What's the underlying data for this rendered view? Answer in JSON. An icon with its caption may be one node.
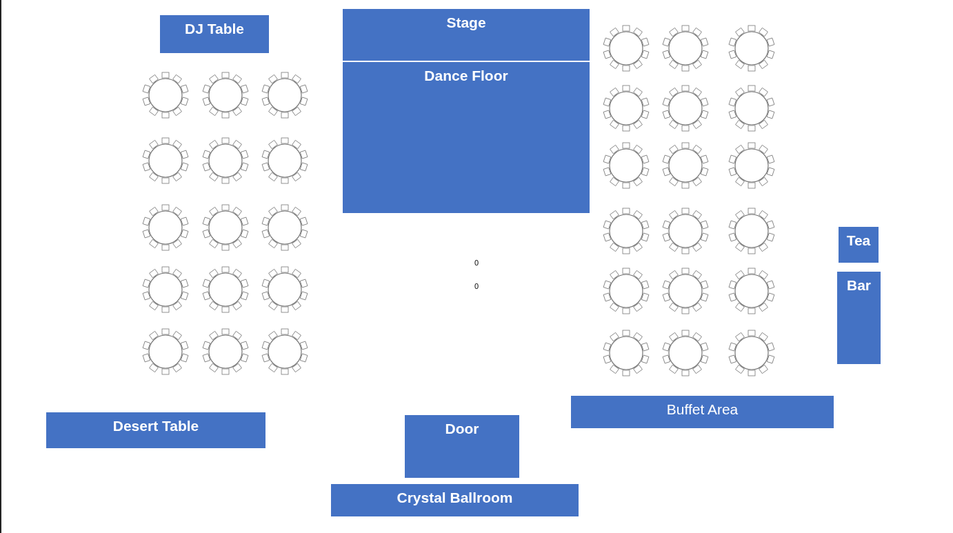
{
  "diagram": {
    "nodes": [
      {
        "text": [
          "DJ Table"
        ]
      },
      {
        "text": [
          "Stage"
        ]
      },
      {
        "text": [
          "Dance Floor"
        ]
      },
      {
        "text": [
          "Tea"
        ]
      },
      {
        "text": [
          "Bar"
        ]
      },
      {
        "text": [
          "Buffet Area"
        ]
      },
      {
        "text": [
          "Desert Table"
        ]
      },
      {
        "text": [
          "Door"
        ]
      },
      {
        "text": [
          "Crystal Ballroom"
        ]
      }
    ],
    "edges": [],
    "labels": [
      "0",
      "0"
    ]
  }
}
